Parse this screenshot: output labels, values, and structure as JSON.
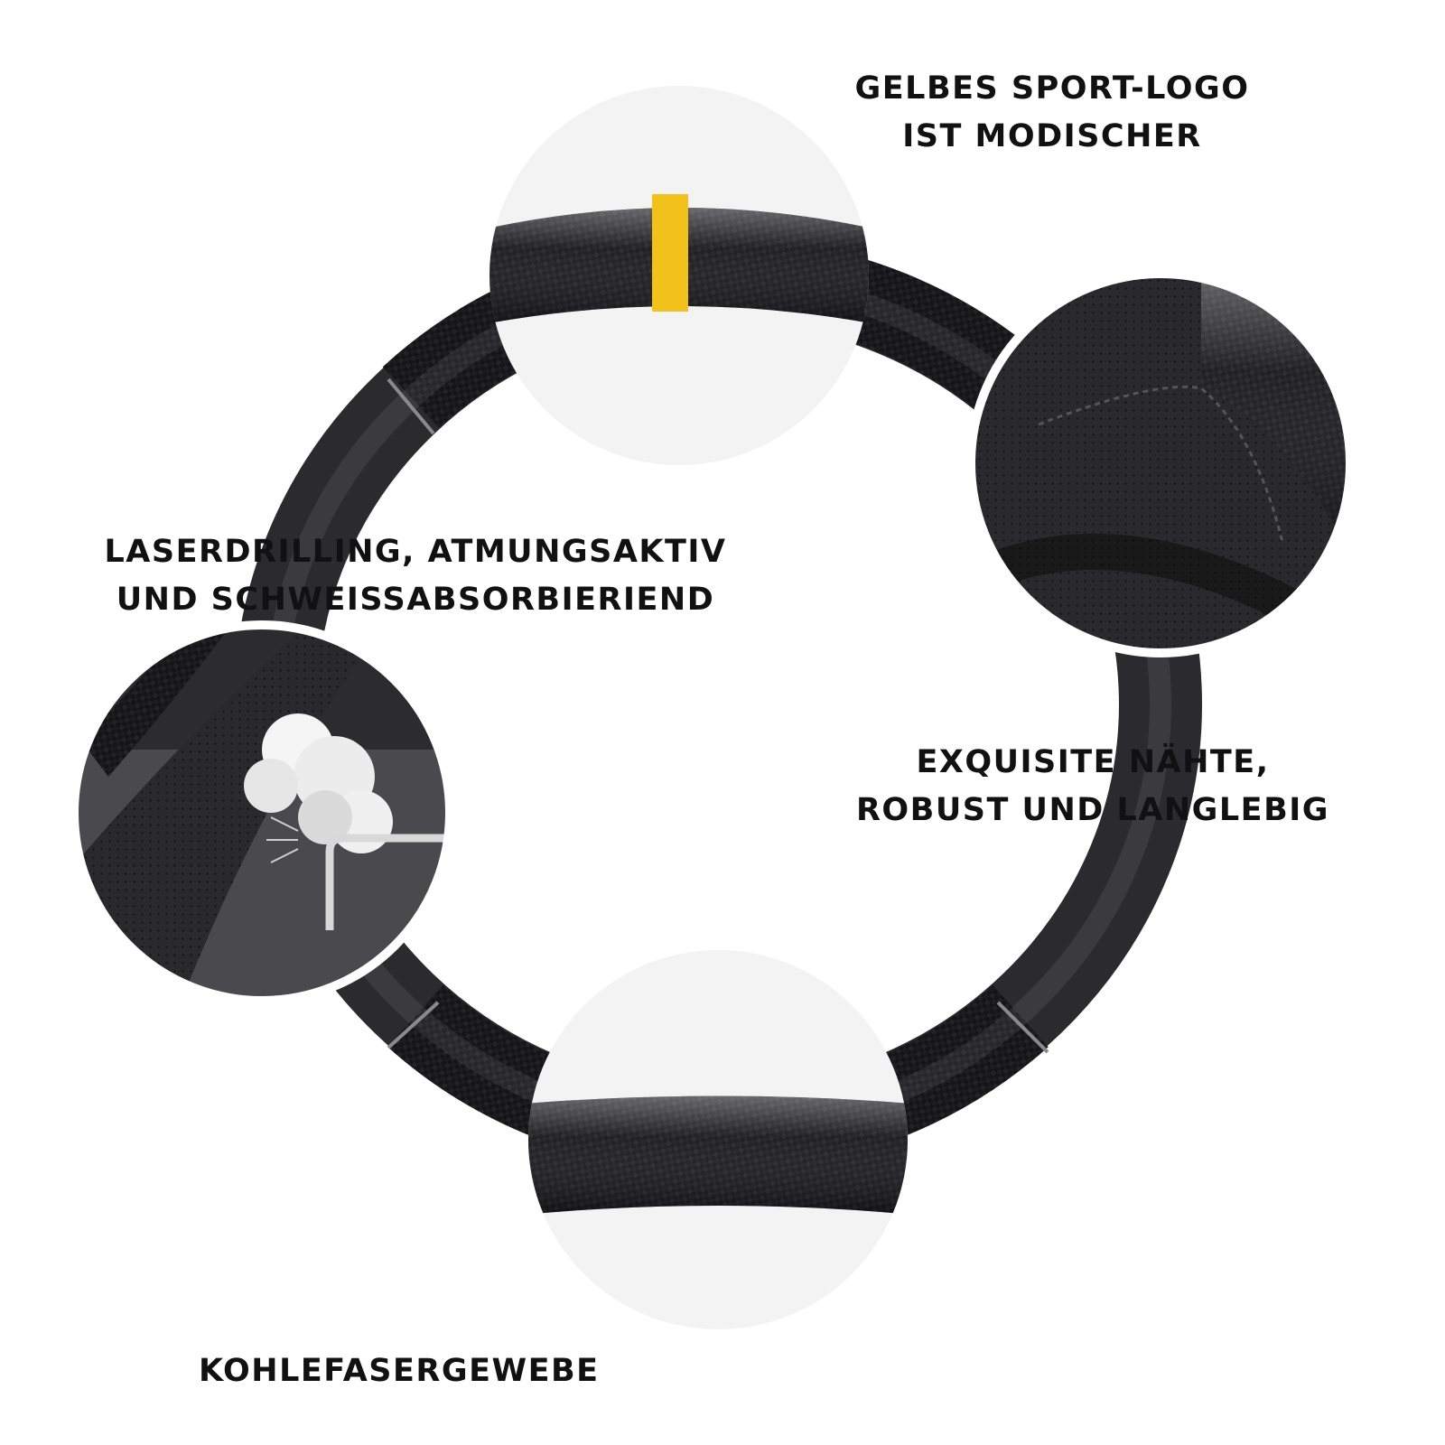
{
  "colors": {
    "background": "#ffffff",
    "leather": "#2b2b2d",
    "carbon": "#151517",
    "accent_stripe": "#f2c21a",
    "callout_bg": "#f3f3f3",
    "text": "#111111"
  },
  "captions": {
    "logo": [
      "GELBES SPORT-LOGO",
      "IST MODISCHER"
    ],
    "laser": [
      "LASERDRILLING, ATMUNGSAKTIV",
      "UND SCHWEISSABSORBIERIEND"
    ],
    "stitch": [
      "EXQUISITE NÄHTE,",
      "ROBUST UND LANGLEBIG"
    ],
    "carbon": [
      "KOHLEFASERGEWEBE"
    ]
  },
  "icons": {
    "steam": "steam-cloud-icon",
    "nozzle": "spray-nozzle-icon"
  }
}
